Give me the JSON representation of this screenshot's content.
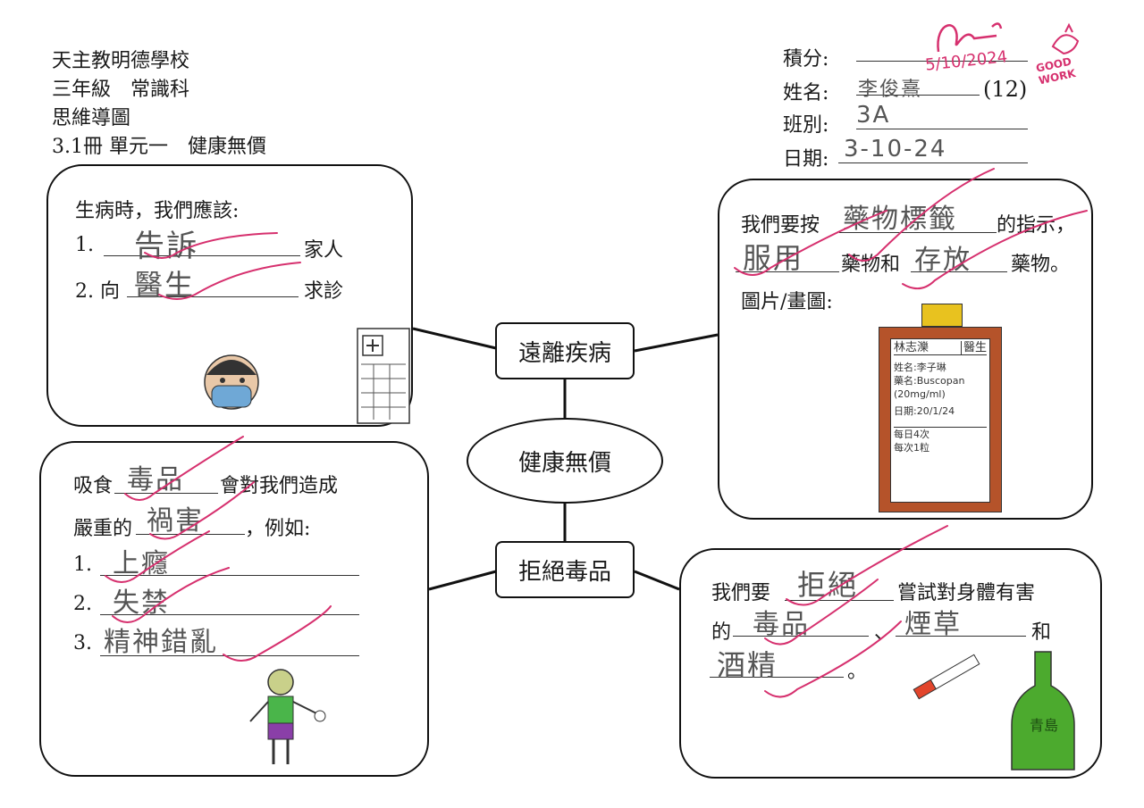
{
  "header": {
    "school": "天主教明德學校",
    "grade_subject": "三年級　常識科",
    "worksheet_type": "思維導圖",
    "unit": "3.1冊 單元一　健康無價"
  },
  "info": {
    "score_label": "積分:",
    "score_mark": "5/10/2024",
    "name_label": "姓名:",
    "name_value": "李俊熹",
    "class_no": "(12)",
    "class_label": "班別:",
    "class_value": "3A",
    "date_label": "日期:",
    "date_value": "3-10-24",
    "stamp_text": "GOOD WORK"
  },
  "center": {
    "label": "健康無價"
  },
  "branches": {
    "left_top": "遠離疾病",
    "left_bottom": "拒絕毒品"
  },
  "box_sick": {
    "prompt": "生病時，我們應該:",
    "item1_no": "1.",
    "item1_answer": "告訴",
    "item1_suffix": "家人",
    "item2_no": "2. 向",
    "item2_answer": "醫生",
    "item2_suffix": "求診",
    "drawing_sign": "醫"
  },
  "box_medicine": {
    "line1_prefix": "我們要按",
    "line1_answer": "藥物標籤",
    "line1_suffix": "的指示，",
    "line2_answer1": "服用",
    "line2_middle": "藥物和",
    "line2_answer2": "存放",
    "line2_suffix": "藥物。",
    "line3": "圖片/畫圖:",
    "label_name_cell": "林志濼",
    "label_doctor_cell": "醫生",
    "label_patient": "姓名:李子琳",
    "label_drug": "藥名:Buscopan",
    "label_dose": "(20mg/ml)",
    "label_date": "日期:20/1/24",
    "label_freq1": "每日4次",
    "label_freq2": "每次1粒"
  },
  "box_drugs": {
    "line1_prefix": "吸食",
    "line1_answer": "毒品",
    "line1_suffix": "會對我們造成",
    "line2_prefix": "嚴重的",
    "line2_answer": "禍害",
    "line2_suffix": "，例如:",
    "item1_no": "1.",
    "item1_answer": "上癮",
    "item2_no": "2.",
    "item2_answer": "失禁",
    "item3_no": "3.",
    "item3_answer": "精神錯亂"
  },
  "box_refuse": {
    "line1_prefix": "我們要",
    "line1_answer": "拒絕",
    "line1_suffix": "嘗試對身體有害",
    "line2_prefix": "的",
    "line2_answer1": "毒品",
    "line2_sep": "、",
    "line2_answer2": "煙草",
    "line2_suffix": "和",
    "line3_answer": "酒精",
    "line3_suffix": "。",
    "bottle_label": "青島"
  },
  "colors": {
    "correction": "#d6306e",
    "pencil": "#555555",
    "bottle_green": "#4caa2e",
    "label_brown": "#b5532a"
  }
}
